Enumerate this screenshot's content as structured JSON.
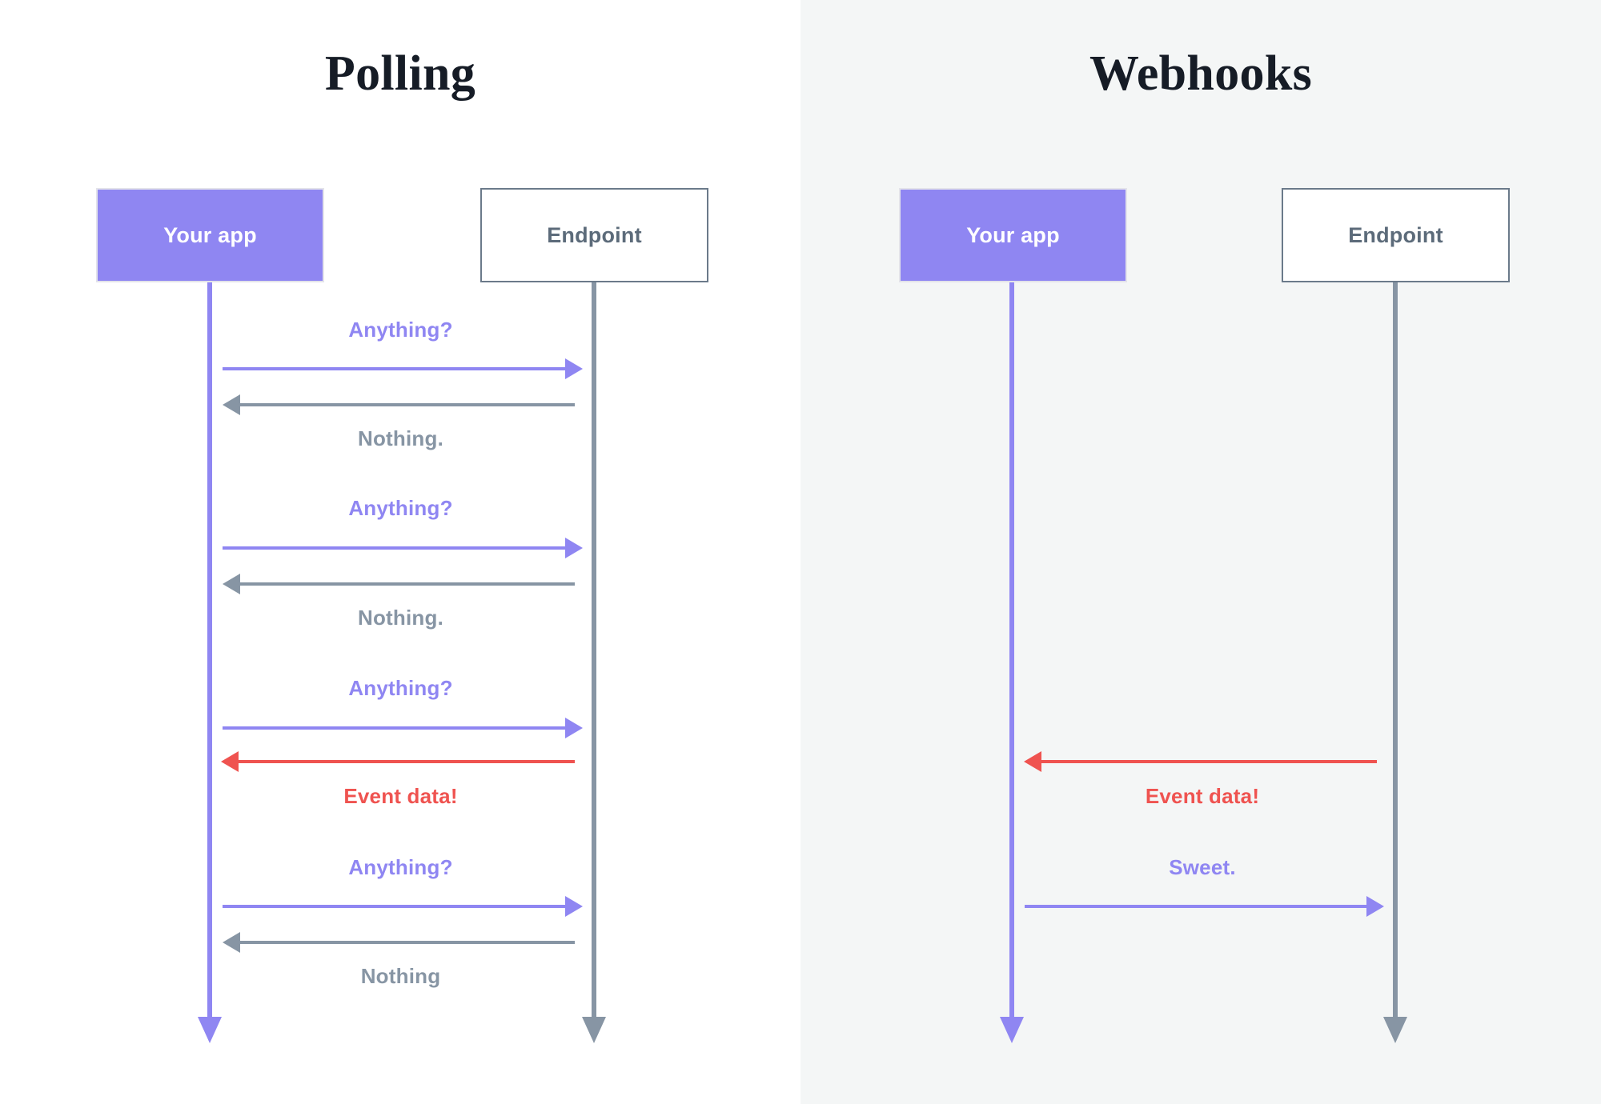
{
  "colors": {
    "purple": "#8f86f2",
    "gray": "#8795a4",
    "red": "#ef5350",
    "title": "#161c26",
    "endpoint_text": "#5c6b7a",
    "panel_left_bg": "#ffffff",
    "panel_right_bg": "#f4f6f6"
  },
  "panels": [
    {
      "id": "polling",
      "title": "Polling",
      "participants": [
        {
          "id": "app",
          "label": "Your app",
          "style": "filled-purple"
        },
        {
          "id": "endpoint",
          "label": "Endpoint",
          "style": "outlined-gray"
        }
      ],
      "messages": [
        {
          "label": "Anything?",
          "direction": "right",
          "color": "purple",
          "label_position": "above"
        },
        {
          "label": "Nothing.",
          "direction": "left",
          "color": "gray",
          "label_position": "below"
        },
        {
          "label": "Anything?",
          "direction": "right",
          "color": "purple",
          "label_position": "above"
        },
        {
          "label": "Nothing.",
          "direction": "left",
          "color": "gray",
          "label_position": "below"
        },
        {
          "label": "Anything?",
          "direction": "right",
          "color": "purple",
          "label_position": "above"
        },
        {
          "label": "Event data!",
          "direction": "left",
          "color": "red",
          "label_position": "below"
        },
        {
          "label": "Anything?",
          "direction": "right",
          "color": "purple",
          "label_position": "above"
        },
        {
          "label": "Nothing",
          "direction": "left",
          "color": "gray",
          "label_position": "below"
        }
      ]
    },
    {
      "id": "webhooks",
      "title": "Webhooks",
      "participants": [
        {
          "id": "app",
          "label": "Your app",
          "style": "filled-purple"
        },
        {
          "id": "endpoint",
          "label": "Endpoint",
          "style": "outlined-gray"
        }
      ],
      "messages": [
        {
          "label": "Event data!",
          "direction": "left",
          "color": "red",
          "label_position": "below"
        },
        {
          "label": "Sweet.",
          "direction": "right",
          "color": "purple",
          "label_position": "above"
        }
      ]
    }
  ]
}
